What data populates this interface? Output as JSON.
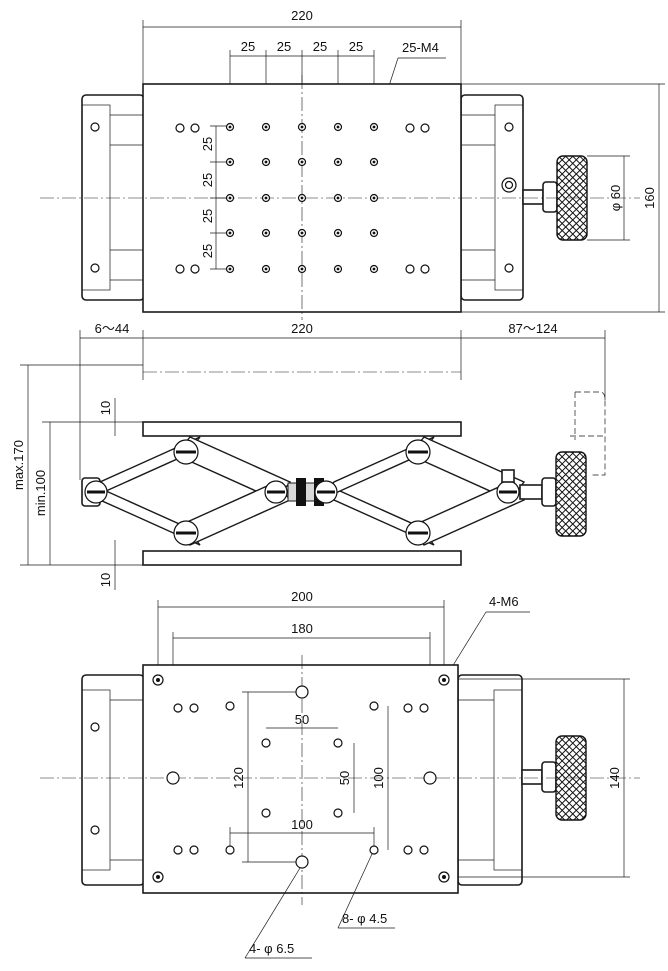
{
  "top_view": {
    "overall_width": "220",
    "hole_pitch": [
      "25",
      "25",
      "25",
      "25"
    ],
    "tap_callout": "25-M4",
    "vertical_pitch": [
      "25",
      "25",
      "25",
      "25"
    ],
    "knob_dia": "φ 60",
    "overall_depth": "160"
  },
  "side_view": {
    "travel_left": "6～44",
    "width": "220",
    "travel_right": "87～124",
    "height_max": "max.170",
    "height_min": "min.100",
    "plate_top": "10",
    "plate_bottom": "10"
  },
  "bottom_view": {
    "dim_200": "200",
    "dim_180": "180",
    "callout_m6": "4-M6",
    "dim_50_h": "50",
    "dim_120": "120",
    "dim_50_v": "50",
    "dim_100_v": "100",
    "dim_100_h": "100",
    "dim_140": "140",
    "callout_45": "8- φ 4.5",
    "callout_65": "4- φ 6.5"
  }
}
